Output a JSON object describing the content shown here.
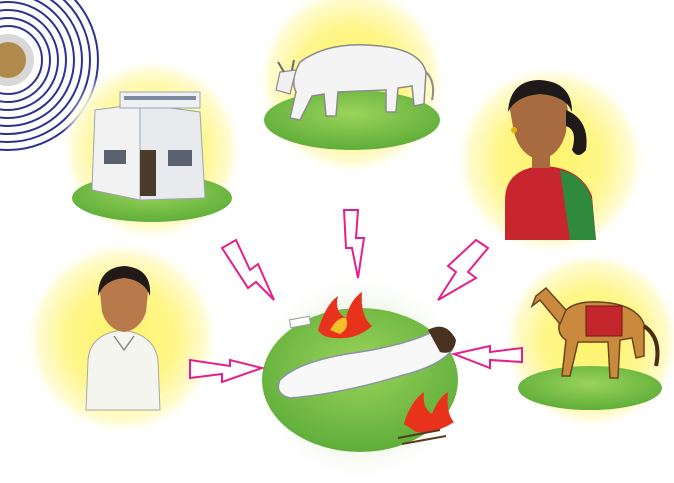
{
  "illustration": {
    "panels": [
      {
        "id": "house",
        "subject": "house-icon"
      },
      {
        "id": "cow",
        "subject": "cow-icon"
      },
      {
        "id": "woman",
        "subject": "woman-icon"
      },
      {
        "id": "man",
        "subject": "man-icon"
      },
      {
        "id": "horse",
        "subject": "horse-icon"
      },
      {
        "id": "center",
        "subject": "funeral-pyre-icon"
      }
    ],
    "corner_emblem": "rings-emblem-icon"
  },
  "colors": {
    "glow": "#fff36a",
    "glow_edge": "#fffbd0",
    "arrow": "#e61e8c",
    "grass": "#7cc243",
    "ring": "#2e3192",
    "sheet": "#f7f7f7",
    "fire": "#e8321c"
  }
}
